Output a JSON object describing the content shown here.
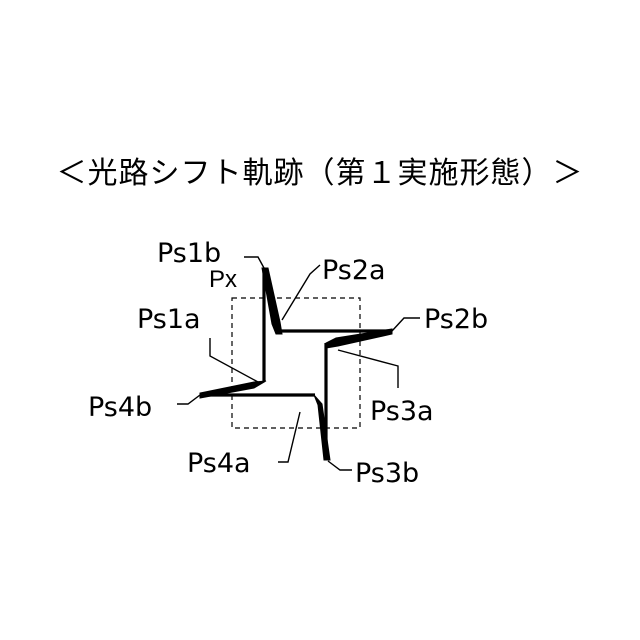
{
  "title": "＜光路シフト軌跡（第１実施形態）＞",
  "labels": {
    "px": "Px",
    "ps1a": "Ps1a",
    "ps1b": "Ps1b",
    "ps2a": "Ps2a",
    "ps2b": "Ps2b",
    "ps3a": "Ps3a",
    "ps3b": "Ps3b",
    "ps4a": "Ps4a",
    "ps4b": "Ps4b"
  }
}
